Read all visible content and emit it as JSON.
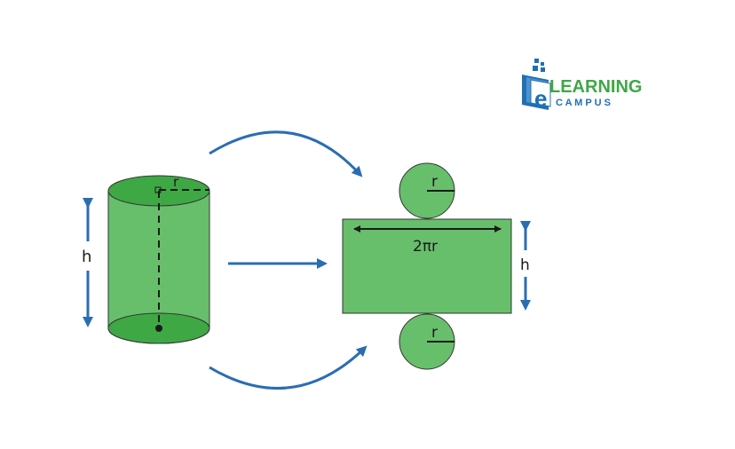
{
  "logo": {
    "letter": "e",
    "line1": "LEARNING",
    "line2": "C A M P U S"
  },
  "cylinder": {
    "radius_label": "r",
    "height_label": "h"
  },
  "net": {
    "top_circle_label": "r",
    "bottom_circle_label": "r",
    "rect_width_label": "2πr",
    "rect_height_label": "h"
  },
  "colors": {
    "fill": "#67bf6b",
    "fill_dark": "#3ea845",
    "outline": "#333333",
    "arrow": "#2a6db3",
    "logo_green": "#3ea845",
    "logo_blue": "#1f6fb5"
  }
}
